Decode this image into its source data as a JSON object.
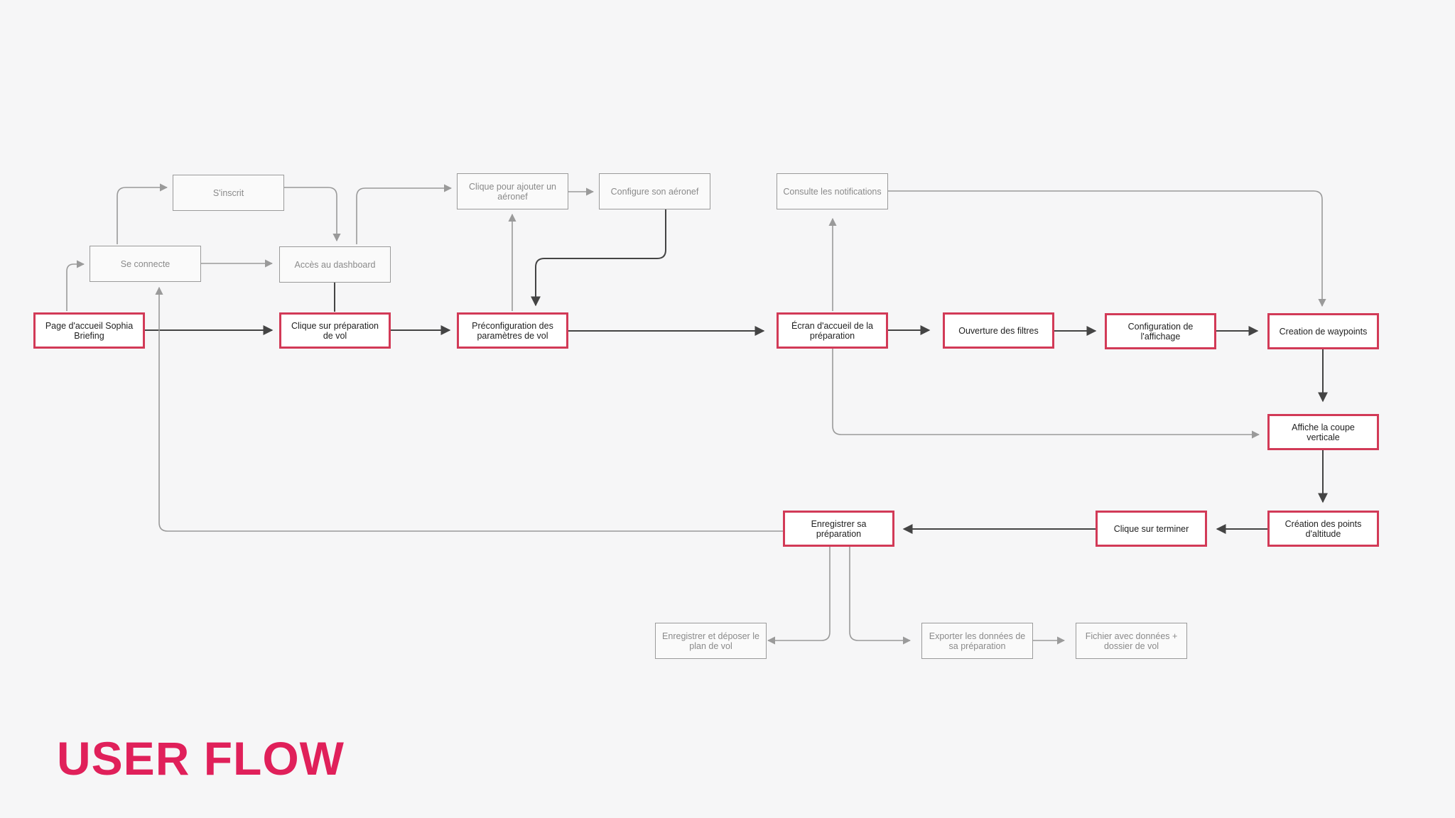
{
  "title": "USER FLOW",
  "colors": {
    "accent": "#e0205a",
    "primary_border": "#d23a57",
    "secondary_border": "#9a9a9a",
    "dark_edge": "#444444",
    "light_edge": "#9a9a9a",
    "background": "#f6f6f7"
  },
  "nodes": [
    {
      "id": "accueil",
      "label": "Page d'accueil Sophia Briefing",
      "kind": "primary"
    },
    {
      "id": "connecte",
      "label": "Se connecte",
      "kind": "secondary"
    },
    {
      "id": "inscrit",
      "label": "S'inscrit",
      "kind": "secondary"
    },
    {
      "id": "dashboard",
      "label": "Accès au dashboard",
      "kind": "secondary"
    },
    {
      "id": "clique_prep",
      "label": "Clique sur préparation de vol",
      "kind": "primary"
    },
    {
      "id": "ajout_aeronef",
      "label": "Clique pour ajouter un aéronef",
      "kind": "secondary"
    },
    {
      "id": "config_aeronef",
      "label": "Configure son aéronef",
      "kind": "secondary"
    },
    {
      "id": "preconfig",
      "label": "Préconfiguration des paramètres de vol",
      "kind": "primary"
    },
    {
      "id": "notifications",
      "label": "Consulte les notifications",
      "kind": "secondary"
    },
    {
      "id": "ecran_prep",
      "label": "Écran d'accueil de la préparation",
      "kind": "primary"
    },
    {
      "id": "filtres",
      "label": "Ouverture des filtres",
      "kind": "primary"
    },
    {
      "id": "affichage",
      "label": "Configuration de l'affichage",
      "kind": "primary"
    },
    {
      "id": "waypoints",
      "label": "Creation de waypoints",
      "kind": "primary"
    },
    {
      "id": "coupe",
      "label": "Affiche la coupe verticale",
      "kind": "primary"
    },
    {
      "id": "altitude",
      "label": "Création des points d'altitude",
      "kind": "primary"
    },
    {
      "id": "terminer",
      "label": "Clique sur terminer",
      "kind": "primary"
    },
    {
      "id": "enregistrer",
      "label": "Enregistrer sa préparation",
      "kind": "primary"
    },
    {
      "id": "deposer",
      "label": "Enregistrer et déposer le plan de vol",
      "kind": "secondary"
    },
    {
      "id": "exporter",
      "label": "Exporter les données de sa préparation",
      "kind": "secondary"
    },
    {
      "id": "fichier",
      "label": "Fichier avec données + dossier de vol",
      "kind": "secondary"
    }
  ],
  "edges": [
    {
      "from": "accueil",
      "to": "clique_prep",
      "style": "dark"
    },
    {
      "from": "accueil",
      "to": "connecte",
      "style": "light"
    },
    {
      "from": "connecte",
      "to": "inscrit",
      "style": "light"
    },
    {
      "from": "connecte",
      "to": "dashboard",
      "style": "light"
    },
    {
      "from": "inscrit",
      "to": "dashboard",
      "style": "light"
    },
    {
      "from": "dashboard",
      "to": "clique_prep",
      "style": "dark"
    },
    {
      "from": "dashboard",
      "to": "ajout_aeronef",
      "style": "light"
    },
    {
      "from": "clique_prep",
      "to": "preconfig",
      "style": "dark"
    },
    {
      "from": "preconfig",
      "to": "ajout_aeronef",
      "style": "light"
    },
    {
      "from": "ajout_aeronef",
      "to": "config_aeronef",
      "style": "light"
    },
    {
      "from": "config_aeronef",
      "to": "preconfig",
      "style": "dark"
    },
    {
      "from": "preconfig",
      "to": "ecran_prep",
      "style": "dark"
    },
    {
      "from": "ecran_prep",
      "to": "notifications",
      "style": "light"
    },
    {
      "from": "notifications",
      "to": "waypoints",
      "style": "light"
    },
    {
      "from": "ecran_prep",
      "to": "filtres",
      "style": "dark"
    },
    {
      "from": "filtres",
      "to": "affichage",
      "style": "dark"
    },
    {
      "from": "affichage",
      "to": "waypoints",
      "style": "dark"
    },
    {
      "from": "ecran_prep",
      "to": "coupe",
      "style": "light"
    },
    {
      "from": "waypoints",
      "to": "coupe",
      "style": "dark"
    },
    {
      "from": "coupe",
      "to": "altitude",
      "style": "dark"
    },
    {
      "from": "altitude",
      "to": "terminer",
      "style": "dark"
    },
    {
      "from": "terminer",
      "to": "enregistrer",
      "style": "dark"
    },
    {
      "from": "enregistrer",
      "to": "accueil",
      "style": "light"
    },
    {
      "from": "enregistrer",
      "to": "deposer",
      "style": "light"
    },
    {
      "from": "enregistrer",
      "to": "exporter",
      "style": "light"
    },
    {
      "from": "exporter",
      "to": "fichier",
      "style": "light"
    }
  ]
}
